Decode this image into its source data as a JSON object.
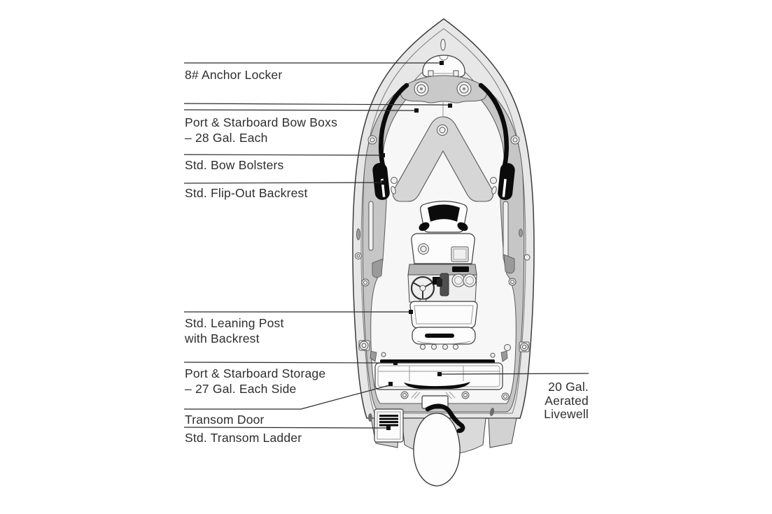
{
  "page": {
    "type": "boat-deck-layout-diagram",
    "background": "#ffffff"
  },
  "colors": {
    "background": "#ffffff",
    "text": "#2e2e2e",
    "callout-line": "#2b2b2b",
    "outline": "#3c3c3c",
    "hull-light": "#e7e7e7",
    "deck-mid": "#c6c6c6",
    "floor-light": "#f7f7f7",
    "detail-black": "#0b0b0b"
  },
  "callouts": {
    "anchor_locker": {
      "label": "8# Anchor Locker"
    },
    "bow_boxes": {
      "label": "Port & Starboard Bow Boxs\n– 28 Gal. Each"
    },
    "bow_bolsters": {
      "label": "Std. Bow Bolsters"
    },
    "flip_out_backrest": {
      "label": "Std. Flip-Out Backrest"
    },
    "leaning_post": {
      "label": "Std. Leaning Post\nwith Backrest"
    },
    "storage": {
      "label": "Port & Starboard Storage\n– 27 Gal. Each Side"
    },
    "transom_door": {
      "label": "Transom Door"
    },
    "transom_ladder": {
      "label": "Std. Transom Ladder"
    },
    "livewell": {
      "label": "20 Gal.\nAerated\nLivewell"
    }
  }
}
